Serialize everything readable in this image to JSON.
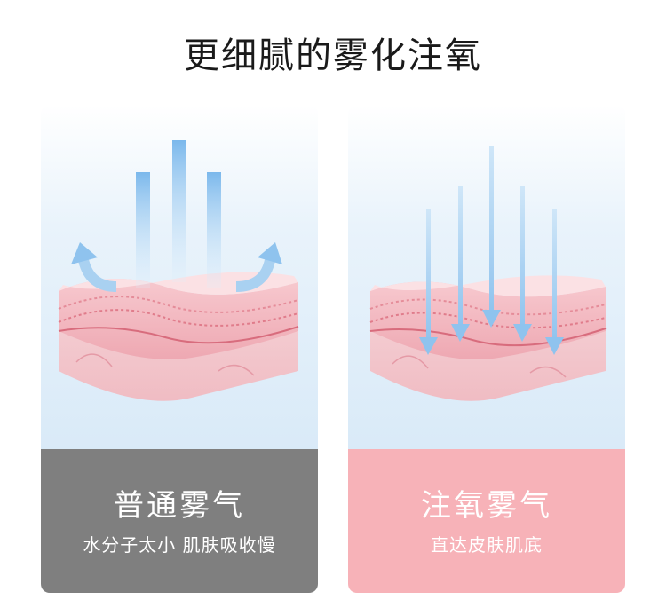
{
  "heading": "更细腻的雾化注氧",
  "cards": [
    {
      "title": "普通雾气",
      "subtitle": "水分子太小 肌肤吸收慢",
      "panel_color": "#7f7f7f"
    },
    {
      "title": "注氧雾气",
      "subtitle": "直达皮肤肌底",
      "panel_color": "#f7b2b8"
    }
  ],
  "colors": {
    "skin_pink": "#f3b9c0",
    "arrow_blue": "#8fc3ee",
    "background_blue": "#d9eaf8"
  }
}
